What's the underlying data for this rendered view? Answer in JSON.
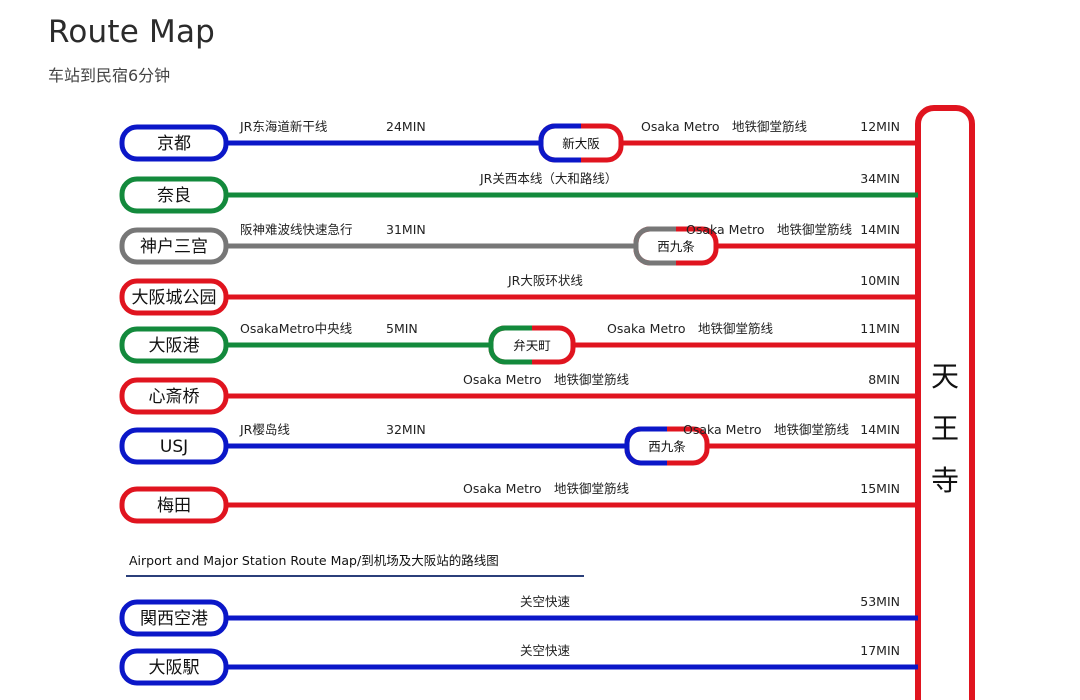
{
  "header": {
    "title": "Route Map",
    "subtitle": "车站到民宿6分钟"
  },
  "colors": {
    "blue": "#0b17c8",
    "red": "#e0141f",
    "green": "#138a3c",
    "gray": "#777777",
    "section_underline": "#2b3f7a"
  },
  "terminal": {
    "chars": [
      "天",
      "王",
      "寺"
    ],
    "color": "red"
  },
  "section_heading": "Airport and Major Station Route Map/到机场及大阪站的路线图",
  "routes": [
    {
      "origin": "京都",
      "origin_color": "blue",
      "segments": [
        {
          "color": "blue",
          "line": "JR东海道新干线",
          "time": "24MIN"
        },
        {
          "color": "red",
          "line": "Osaka Metro　地铁御堂筋线",
          "time": "12MIN"
        }
      ],
      "via": "新大阪"
    },
    {
      "origin": "奈良",
      "origin_color": "green",
      "segments": [
        {
          "color": "green",
          "line": "JR关西本线（大和路线）",
          "time": "34MIN"
        }
      ]
    },
    {
      "origin": "神户三宫",
      "origin_color": "gray",
      "segments": [
        {
          "color": "gray",
          "line": "阪神难波线快速急行",
          "time": "31MIN"
        },
        {
          "color": "red",
          "line": "Osaka Metro　地铁御堂筋线",
          "time": "14MIN"
        }
      ],
      "via": "西九条"
    },
    {
      "origin": "大阪城公园",
      "origin_color": "red",
      "segments": [
        {
          "color": "red",
          "line": "JR大阪环状线",
          "time": "10MIN"
        }
      ]
    },
    {
      "origin": "大阪港",
      "origin_color": "green",
      "segments": [
        {
          "color": "green",
          "line": "OsakaMetro中央线",
          "time": "5MIN"
        },
        {
          "color": "red",
          "line": "Osaka Metro　地铁御堂筋线",
          "time": "11MIN"
        }
      ],
      "via": "弁天町"
    },
    {
      "origin": "心斎桥",
      "origin_color": "red",
      "segments": [
        {
          "color": "red",
          "line": "Osaka Metro　地铁御堂筋线",
          "time": "8MIN"
        }
      ]
    },
    {
      "origin": "USJ",
      "origin_color": "blue",
      "segments": [
        {
          "color": "blue",
          "line": "JR樱岛线",
          "time": "32MIN"
        },
        {
          "color": "red",
          "line": "Osaka Metro　地铁御堂筋线",
          "time": "14MIN"
        }
      ],
      "via": "西九条"
    },
    {
      "origin": "梅田",
      "origin_color": "red",
      "segments": [
        {
          "color": "red",
          "line": "Osaka Metro　地铁御堂筋线",
          "time": "15MIN"
        }
      ]
    },
    {
      "origin": "関西空港",
      "origin_color": "blue",
      "segments": [
        {
          "color": "blue",
          "line": "关空快速",
          "time": "53MIN"
        }
      ]
    },
    {
      "origin": "大阪駅",
      "origin_color": "blue",
      "segments": [
        {
          "color": "blue",
          "line": "关空快速",
          "time": "17MIN"
        }
      ]
    }
  ]
}
